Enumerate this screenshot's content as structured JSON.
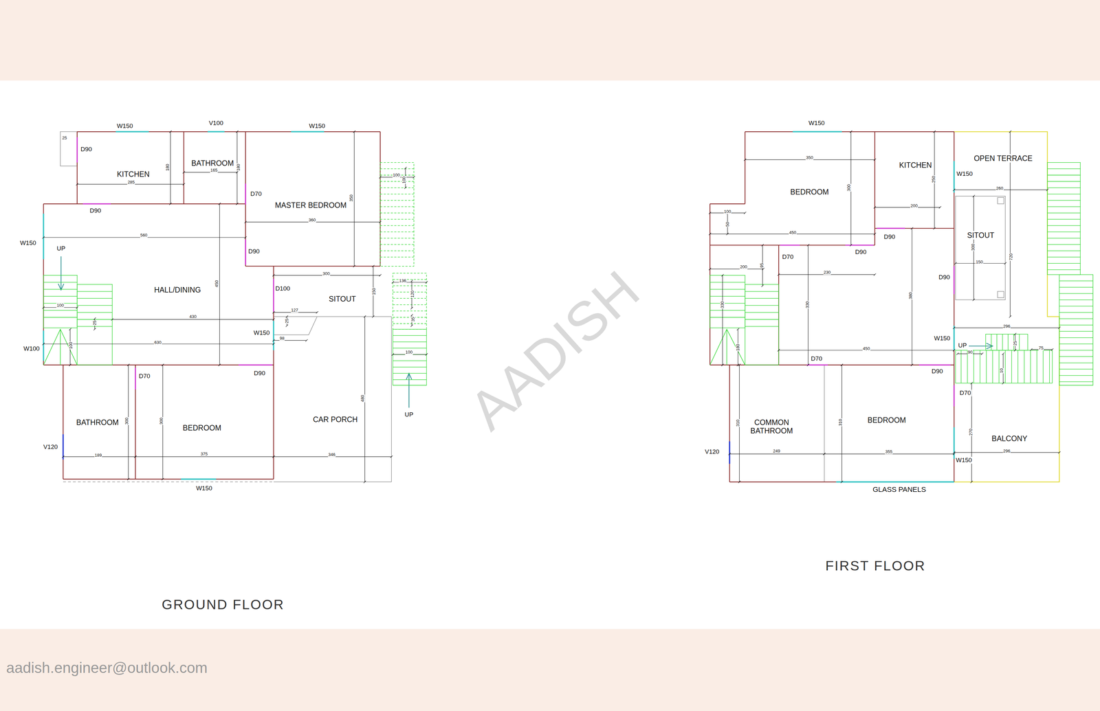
{
  "diagram": {
    "nodes": [
      {
        "text": [
          "KITCHEN"
        ]
      },
      {
        "text": [
          "BATHROOM"
        ]
      },
      {
        "text": [
          "MASTER BEDROOM"
        ]
      },
      {
        "text": [
          "HALL/DINING"
        ]
      },
      {
        "text": [
          "SITOUT"
        ]
      },
      {
        "text": [
          "BATHROOM"
        ]
      },
      {
        "text": [
          "BEDROOM"
        ]
      },
      {
        "text": [
          "CAR PORCH"
        ]
      },
      {
        "text": [
          "BEDROOM"
        ]
      },
      {
        "text": [
          "KITCHEN"
        ]
      },
      {
        "text": [
          "OPEN TERRACE"
        ]
      },
      {
        "text": [
          "SITOUT"
        ],
        "in": 10
      },
      {
        "text": [
          "COMMON BATHROOM"
        ]
      },
      {
        "text": [
          "BEDROOM"
        ]
      },
      {
        "text": [
          "BALCONY"
        ]
      }
    ],
    "labels": [
      "W150",
      "V100",
      "W150",
      "25",
      "D90",
      "285",
      "180",
      "165",
      "180",
      "D70",
      "350",
      "360",
      "100",
      "100",
      "D90",
      "560",
      "W150",
      "UP",
      "D90",
      "300",
      "136",
      "D100",
      "450",
      "150",
      "120",
      "100",
      "127",
      "430",
      "35",
      "25",
      "25",
      "W150",
      "98",
      "630",
      "100",
      "W100",
      "100",
      "D90",
      "D70",
      "480",
      "UP",
      "300",
      "300",
      "V120",
      "189",
      "375",
      "346",
      "W150",
      "GROUND FLOOR",
      "W150",
      "350",
      "250",
      "W150",
      "300",
      "260",
      "200",
      "100",
      "50",
      "450",
      "D90",
      "300",
      "D90",
      "D70",
      "720",
      "150",
      "200",
      "95",
      "230",
      "D90",
      "380",
      "330",
      "330",
      "296",
      "W150",
      "UP",
      "25",
      "180",
      "75",
      "450",
      "90",
      "D70",
      "10",
      "D90",
      "D70",
      "310",
      "310",
      "270",
      "249",
      "355",
      "296",
      "V120",
      "W150",
      "GLASS PANELS",
      "FIRST FLOOR",
      "AADISH",
      "aadish.engineer@outlook.com"
    ]
  }
}
